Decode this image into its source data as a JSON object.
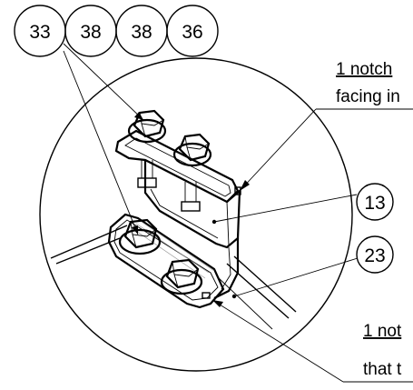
{
  "callouts": {
    "top_row": [
      "33",
      "38",
      "38",
      "36"
    ],
    "part_13": "13",
    "part_23": "23"
  },
  "notes": {
    "upper_line1": "1 notch",
    "upper_line2": "facing in",
    "lower_line1": "1 not",
    "lower_line2": "that t"
  }
}
